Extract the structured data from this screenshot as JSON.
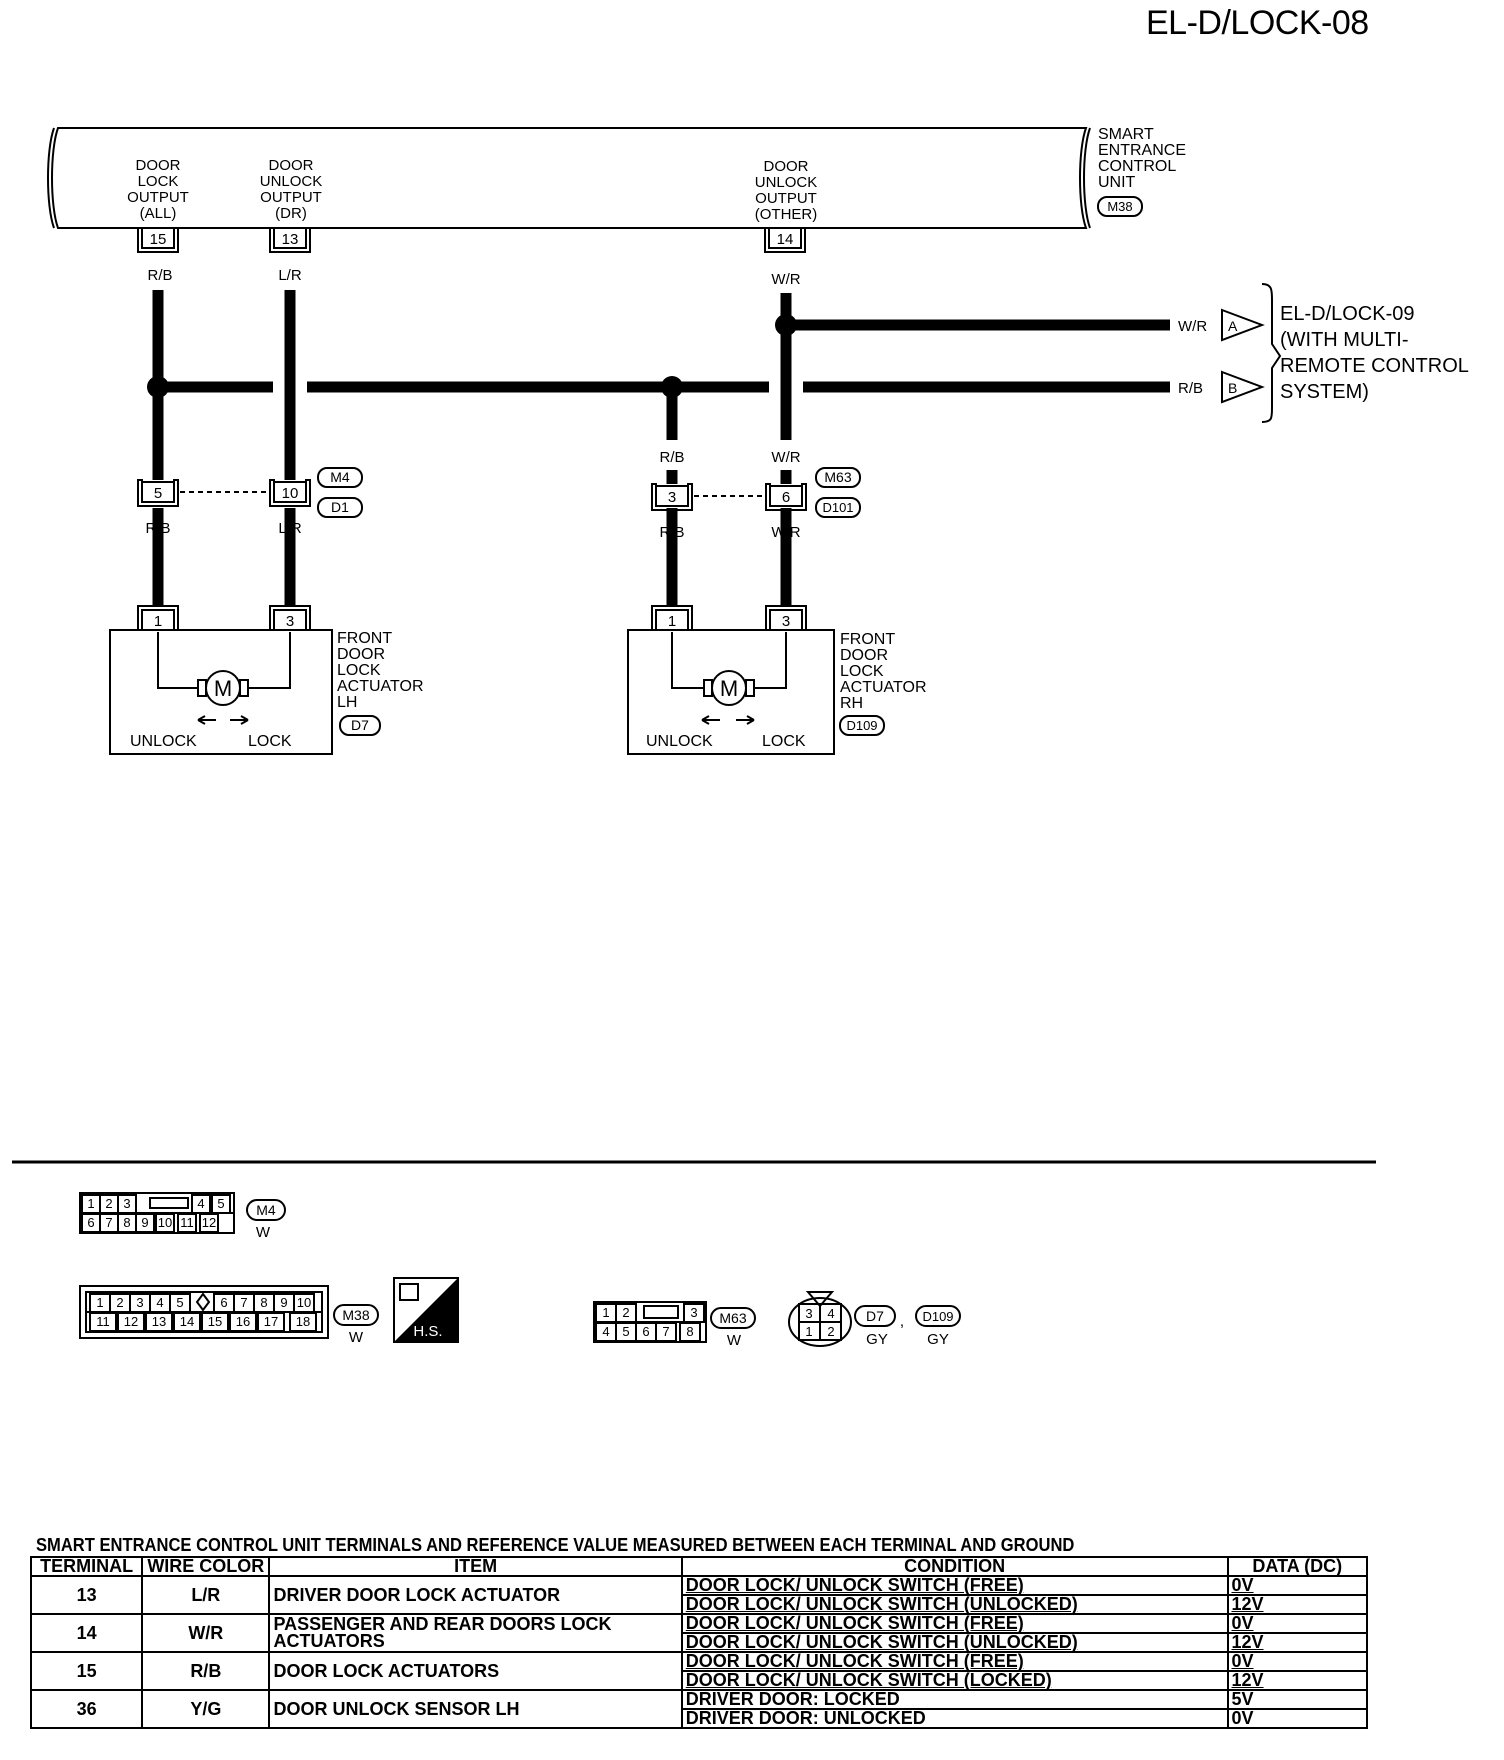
{
  "page": {
    "title": "EL-D/LOCK-08"
  },
  "control_unit": {
    "name_lines": [
      "SMART",
      "ENTRANCE",
      "CONTROL",
      "UNIT"
    ],
    "connector": "M38",
    "outputs": [
      {
        "lines": [
          "DOOR",
          "LOCK",
          "OUTPUT",
          "(ALL)"
        ],
        "terminal": "15",
        "wire": "R/B"
      },
      {
        "lines": [
          "DOOR",
          "UNLOCK",
          "OUTPUT",
          "(DR)"
        ],
        "terminal": "13",
        "wire": "L/R"
      },
      {
        "lines": [
          "DOOR",
          "UNLOCK",
          "OUTPUT",
          "(OTHER)"
        ],
        "terminal": "14",
        "wire": "W/R"
      }
    ]
  },
  "crossrefs": {
    "wire_a": "W/R",
    "tag_a": "A",
    "wire_b": "R/B",
    "tag_b": "B",
    "text_lines": [
      "EL-D/LOCK-09",
      "(WITH MULTI-",
      "REMOTE CONTROL",
      "SYSTEM)"
    ]
  },
  "left_joint": {
    "pin_a": "5",
    "pin_b": "10",
    "wire_a_top": "R/B",
    "wire_a_bottom": "R/B",
    "wire_b_bottom": "L/R",
    "connectors": [
      "M4",
      "D1"
    ]
  },
  "right_joint": {
    "pin_a": "3",
    "pin_b": "6",
    "wire_a_top": "R/B",
    "wire_a_bottom": "R/B",
    "wire_b_top": "W/R",
    "wire_b_bottom": "W/R",
    "connectors": [
      "M63",
      "D101"
    ]
  },
  "actuator_lh": {
    "pins": [
      "1",
      "3"
    ],
    "motor": "M",
    "left_label": "UNLOCK",
    "right_label": "LOCK",
    "name_lines": [
      "FRONT",
      "DOOR",
      "LOCK",
      "ACTUATOR",
      "LH"
    ],
    "connector": "D7"
  },
  "actuator_rh": {
    "pins": [
      "1",
      "3"
    ],
    "motor": "M",
    "left_label": "UNLOCK",
    "right_label": "LOCK",
    "name_lines": [
      "FRONT",
      "DOOR",
      "LOCK",
      "ACTUATOR",
      "RH"
    ],
    "connector": "D109"
  },
  "connector_views": {
    "m4": {
      "row1": [
        "1",
        "2",
        "3",
        "4",
        "5"
      ],
      "row2": [
        "6",
        "7",
        "8",
        "9",
        "10",
        "11",
        "12"
      ],
      "id": "M4",
      "color": "W"
    },
    "m38": {
      "row1": [
        "1",
        "2",
        "3",
        "4",
        "5",
        "6",
        "7",
        "8",
        "9",
        "10"
      ],
      "row2": [
        "11",
        "12",
        "13",
        "14",
        "15",
        "16",
        "17",
        "18"
      ],
      "id": "M38",
      "color": "W",
      "hs_label": "H.S."
    },
    "m63": {
      "row1": [
        "1",
        "2",
        "3"
      ],
      "row2": [
        "4",
        "5",
        "6",
        "7",
        "8"
      ],
      "id": "M63",
      "color": "W"
    },
    "d7": {
      "pins": [
        "3",
        "4",
        "1",
        "2"
      ],
      "ids": [
        "D7",
        "D109"
      ],
      "sep": ",",
      "colors": [
        "GY",
        "GY"
      ]
    }
  },
  "table": {
    "caption": "SMART ENTRANCE CONTROL UNIT TERMINALS AND REFERENCE VALUE MEASURED BETWEEN EACH TERMINAL AND GROUND",
    "headers": [
      "TERMINAL",
      "WIRE COLOR",
      "ITEM",
      "CONDITION",
      "DATA (DC)"
    ],
    "rows": [
      {
        "terminal": "13",
        "wire": "L/R",
        "item": "DRIVER DOOR LOCK ACTUATOR",
        "conditions": [
          "DOOR LOCK/ UNLOCK SWITCH (FREE)",
          "DOOR LOCK/ UNLOCK SWITCH (UNLOCKED)"
        ],
        "data": [
          "0V",
          "12V"
        ]
      },
      {
        "terminal": "14",
        "wire": "W/R",
        "item": "PASSENGER AND REAR DOORS LOCK ACTUATORS",
        "conditions": [
          "DOOR LOCK/ UNLOCK SWITCH (FREE)",
          "DOOR LOCK/ UNLOCK SWITCH (UNLOCKED)"
        ],
        "data": [
          "0V",
          "12V"
        ]
      },
      {
        "terminal": "15",
        "wire": "R/B",
        "item": "DOOR LOCK ACTUATORS",
        "conditions": [
          "DOOR LOCK/ UNLOCK SWITCH (FREE)",
          "DOOR LOCK/ UNLOCK SWITCH (LOCKED)"
        ],
        "data": [
          "0V",
          "12V"
        ]
      },
      {
        "terminal": "36",
        "wire": "Y/G",
        "item": "DOOR UNLOCK SENSOR LH",
        "conditions": [
          "DRIVER DOOR: LOCKED",
          "DRIVER DOOR: UNLOCKED"
        ],
        "data": [
          "5V",
          "0V"
        ]
      }
    ]
  }
}
